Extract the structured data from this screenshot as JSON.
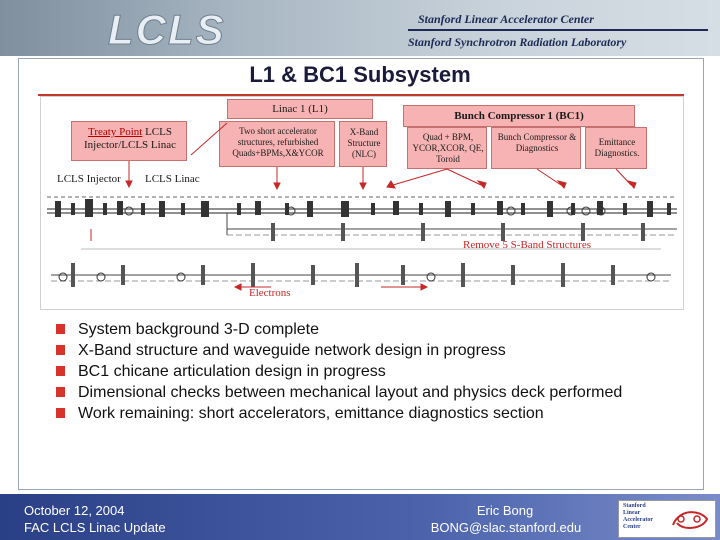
{
  "header": {
    "logo": "LCLS",
    "org_line1": "Stanford Linear Accelerator Center",
    "org_line2": "Stanford Synchrotron Radiation Laboratory"
  },
  "title": "L1 & BC1  Subsystem",
  "diagram": {
    "linac_header": "Linac 1  (L1)",
    "bc_header": "Bunch Compressor 1  (BC1)",
    "treaty_point": "Treaty Point",
    "treaty_point_rest": " LCLS Injector/LCLS Linac",
    "two_short": "Two short accelerator structures, refurbished Quads+BPMs,X&YCOR",
    "xband": "X-Band Structure (NLC)",
    "quad": "Quad + BPM, YCOR,XCOR, QE, Toroid",
    "bunch": "Bunch Compressor & Diagnostics",
    "emittance": "Emittance Diagnostics.",
    "injector": "LCLS Injector",
    "linac": "LCLS Linac",
    "remove": "Remove 5 S-Band Structures",
    "electrons": "Electrons",
    "accent_color": "#f7b3b3"
  },
  "bullets": [
    "System background 3-D complete",
    "X-Band structure and waveguide network design in progress",
    "BC1 chicane articulation design in progress",
    "Dimensional checks between mechanical layout and physics deck performed",
    "Work remaining: short accelerators, emittance diagnostics section"
  ],
  "footer": {
    "date": "October 12, 2004",
    "event": "FAC LCLS Linac Update",
    "author": "Eric Bong",
    "email": "BONG@slac.stanford.edu"
  },
  "badge": {
    "line1": "Stanford",
    "line2": "Linear",
    "line3": "Accelerator",
    "line4": "Center"
  }
}
